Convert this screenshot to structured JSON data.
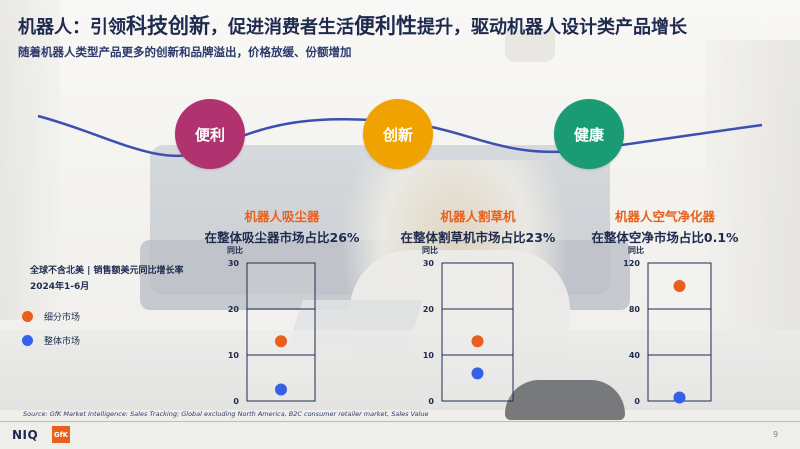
{
  "header": {
    "title_parts": [
      "机器人：引领",
      "科技创新",
      "，促进消费者生活",
      "便利性",
      "提升，驱动机器人设计类产品增长"
    ],
    "subtitle": "随着机器人类型产品更多的创新和品牌溢出，价格放缓、份额增加"
  },
  "circles": [
    "便利",
    "创新",
    "健康"
  ],
  "legend_panel": {
    "region": "全球不含北美 | 销售额美元同比增长率",
    "period": "2024年1-6月",
    "items": [
      {
        "label": "细分市场",
        "color": "#e8601c"
      },
      {
        "label": "整体市场",
        "color": "#3561e8"
      }
    ]
  },
  "chart_data": [
    {
      "type": "scatter",
      "title": "机器人吸尘器",
      "subtitle": "在整体吸尘器市场占比26%",
      "ylabel": "同比",
      "ylim": [
        0,
        30
      ],
      "yticks": [
        0,
        10,
        20,
        30
      ],
      "series": [
        {
          "name": "细分市场",
          "values": [
            13
          ]
        },
        {
          "name": "整体市场",
          "values": [
            2.5
          ]
        }
      ]
    },
    {
      "type": "scatter",
      "title": "机器人割草机",
      "subtitle": "在整体割草机市场占比23%",
      "ylabel": "同比",
      "ylim": [
        0,
        30
      ],
      "yticks": [
        0,
        10,
        20,
        30
      ],
      "series": [
        {
          "name": "细分市场",
          "values": [
            13
          ]
        },
        {
          "name": "整体市场",
          "values": [
            6
          ]
        }
      ]
    },
    {
      "type": "scatter",
      "title": "机器人空气净化器",
      "subtitle": "在整体空净市场占比0.1%",
      "ylabel": "同比",
      "ylim": [
        0,
        120
      ],
      "yticks": [
        0,
        40,
        80,
        120
      ],
      "series": [
        {
          "name": "细分市场",
          "values": [
            100
          ]
        },
        {
          "name": "整体市场",
          "values": [
            3
          ]
        }
      ]
    }
  ],
  "colors": {
    "segment": "#e8601c",
    "overall": "#3561e8",
    "navy": "#1e2b4f",
    "wave": "#3d4fb0"
  },
  "footer": {
    "source": "Source: GfK Market Intelligence: Sales Tracking; Global excluding North America, B2C consumer retailer market, Sales Value",
    "logo_niq": "NIQ",
    "logo_gfk": "GfK",
    "page": "9"
  }
}
